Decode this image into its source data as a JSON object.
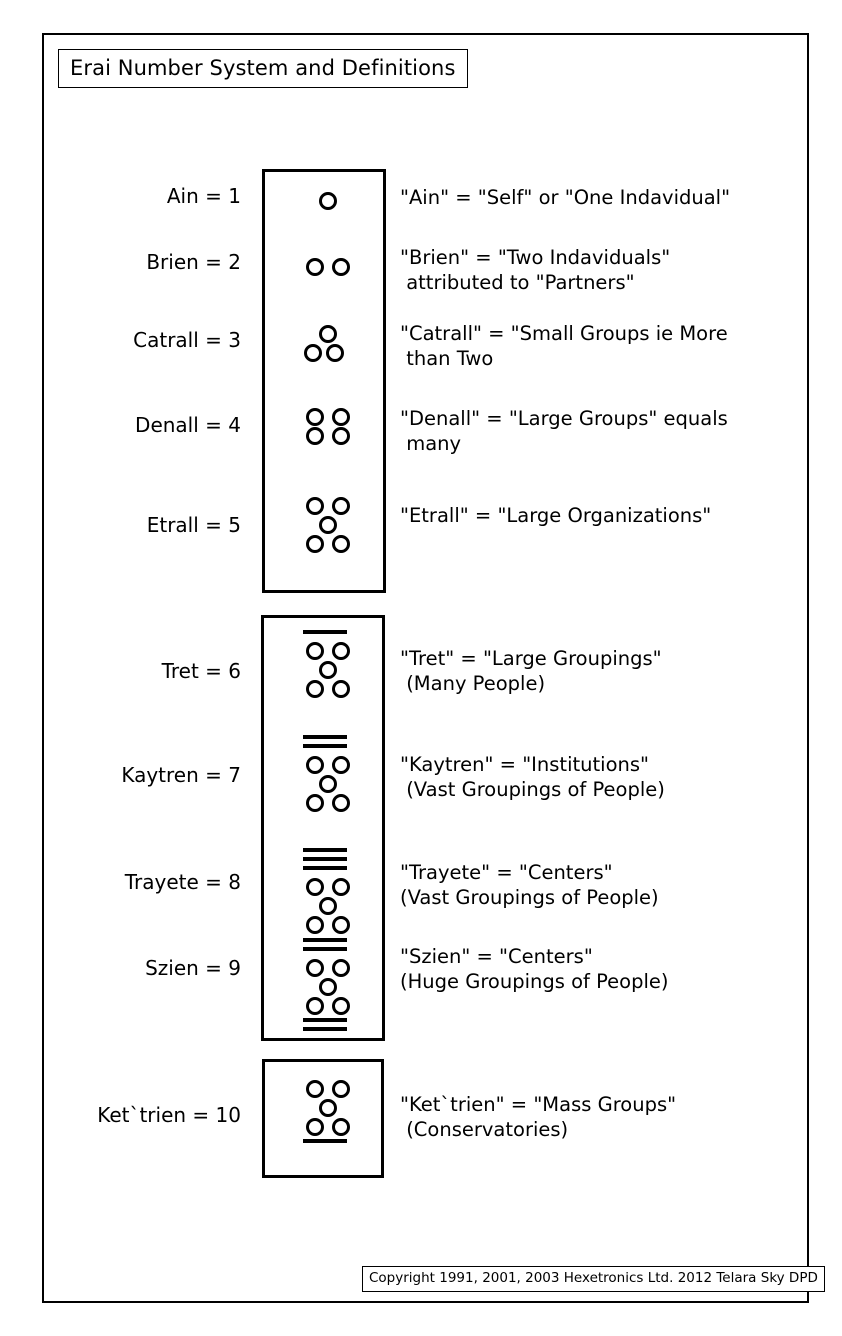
{
  "document": {
    "title": "Erai Number System and Definitions",
    "copyright": "Copyright 1991, 2001, 2003 Hexetronics Ltd. 2012 Telara Sky DPD",
    "ink_color": "#000000",
    "background_color": "#ffffff"
  },
  "numerals": [
    {
      "label": "Ain = 1",
      "name": "Ain",
      "value": 1,
      "definition_line_1": "\"Ain\" = \"Self\" or \"One Indavidual\"",
      "definition_line_2": "",
      "dots": 1,
      "bars_above": 0,
      "bars_below": 0,
      "group": 1
    },
    {
      "label": "Brien = 2",
      "name": "Brien",
      "value": 2,
      "definition_line_1": "\"Brien\" = \"Two Indaviduals\"",
      "definition_line_2": " attributed to \"Partners\"",
      "dots": 2,
      "bars_above": 0,
      "bars_below": 0,
      "group": 1
    },
    {
      "label": "Catrall = 3",
      "name": "Catrall",
      "value": 3,
      "definition_line_1": "\"Catrall\" = \"Small Groups ie More",
      "definition_line_2": " than Two",
      "dots": 3,
      "bars_above": 0,
      "bars_below": 0,
      "group": 1
    },
    {
      "label": "Denall = 4",
      "name": "Denall",
      "value": 4,
      "definition_line_1": "\"Denall\" = \"Large Groups\" equals",
      "definition_line_2": " many",
      "dots": 4,
      "bars_above": 0,
      "bars_below": 0,
      "group": 1
    },
    {
      "label": "Etrall = 5",
      "name": "Etrall",
      "value": 5,
      "definition_line_1": "\"Etrall\" = \"Large Organizations\"",
      "definition_line_2": "",
      "dots": 5,
      "bars_above": 0,
      "bars_below": 0,
      "group": 1
    },
    {
      "label": "Tret = 6",
      "name": "Tret",
      "value": 6,
      "definition_line_1": "\"Tret\" = \"Large Groupings\"",
      "definition_line_2": " (Many People)",
      "dots": 5,
      "bars_above": 1,
      "bars_below": 0,
      "group": 2
    },
    {
      "label": "Kaytren = 7",
      "name": "Kaytren",
      "value": 7,
      "definition_line_1": "\"Kaytren\" = \"Institutions\"",
      "definition_line_2": " (Vast Groupings of People)",
      "dots": 5,
      "bars_above": 2,
      "bars_below": 0,
      "group": 2
    },
    {
      "label": "Trayete = 8",
      "name": "Trayete",
      "value": 8,
      "definition_line_1": "\"Trayete\" = \"Centers\"",
      "definition_line_2": "(Vast Groupings of People)",
      "dots": 5,
      "bars_above": 3,
      "bars_below": 0,
      "group": 2
    },
    {
      "label": "Szien = 9",
      "name": "Szien",
      "value": 9,
      "definition_line_1": "\"Szien\" = \"Centers\"",
      "definition_line_2": "(Huge Groupings of People)",
      "dots": 5,
      "bars_above": 2,
      "bars_below": 2,
      "group": 2
    },
    {
      "label": "Ket`trien = 10",
      "name": "Ket`trien",
      "value": 10,
      "definition_line_1": "\"Ket`trien\" = \"Mass Groups\"",
      "definition_line_2": " (Conservatories)",
      "dots": 5,
      "bars_above": 0,
      "bars_below": 1,
      "group": 3
    }
  ]
}
